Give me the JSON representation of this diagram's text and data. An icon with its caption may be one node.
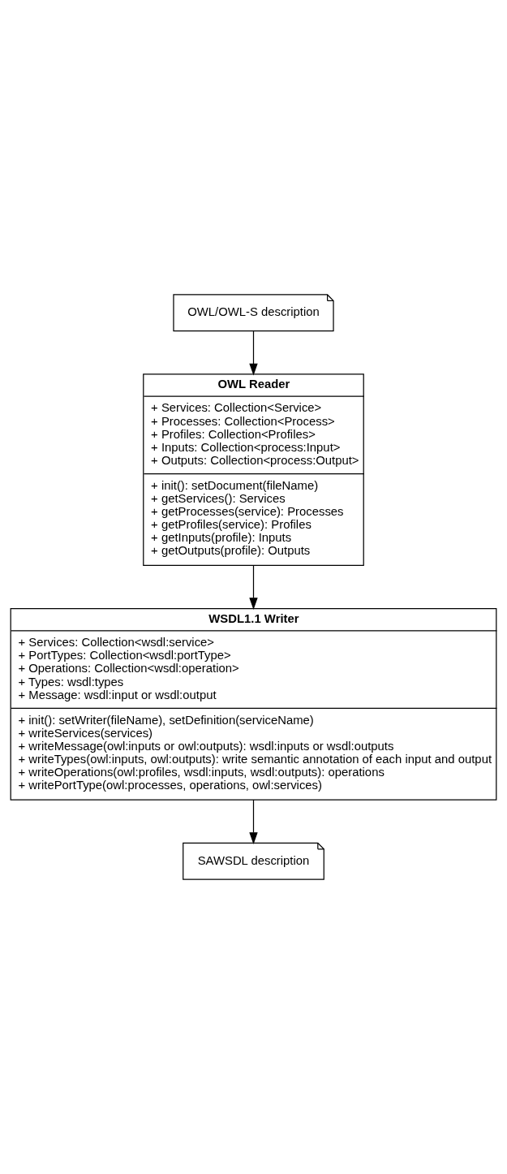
{
  "diagram": {
    "nodes": [
      {
        "text": [
          "OWL/OWL-S description"
        ]
      },
      {
        "text": [
          "OWL Reader",
          "+ Services: Collection<Service>",
          "+ Processes: Collection<Process>",
          "+ Profiles: Collection<Profiles>",
          "+ Inputs: Collection<process:Input>",
          "+ Outputs: Collection<process:Output>",
          "+ init(): setDocument(fileName)",
          "+ getServices(): Services",
          "+ getProcesses(service): Processes",
          "+ getProfiles(service): Profiles",
          "+ getInputs(profile): Inputs",
          "+ getOutputs(profile): Outputs"
        ]
      },
      {
        "text": [
          "WSDL1.1 Writer",
          "+ Services: Collection<wsdl:service>",
          "+ PortTypes: Collection<wsdl:portType>",
          "+ Operations: Collection<wsdl:operation>",
          "+ Types: wsdl:types",
          "+ Message: wsdl:input or wsdl:output",
          "+ init(): setWriter(fileName), setDefinition(serviceName)",
          "+ writeServices(services)",
          "+ writeMessage(owl:inputs or owl:outputs): wsdl:inputs or wsdl:outputs",
          "+ writeTypes(owl:inputs, owl:outputs): write semantic annotation of each input and output",
          "+ writeOperations(owl:profiles, wsdl:inputs, wsdl:outputs): operations",
          "+ writePortType(owl:processes, operations, owl:services)"
        ]
      },
      {
        "text": [
          "SAWSDL description"
        ]
      }
    ],
    "edges": [
      {
        "from": 0,
        "to": 1,
        "arrow": "to"
      },
      {
        "from": 1,
        "to": 2,
        "arrow": "to"
      },
      {
        "from": 2,
        "to": 3,
        "arrow": "to"
      }
    ]
  }
}
